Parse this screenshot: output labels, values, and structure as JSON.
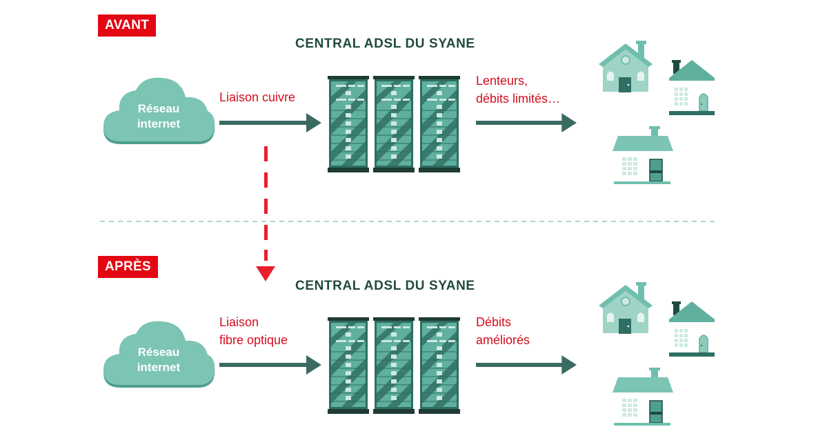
{
  "colors": {
    "accent_red": "#e30613",
    "label_red": "#d50c1c",
    "title_green": "#1f4a3f",
    "teal": "#6fbfae",
    "teal_dark": "#2f6e62",
    "arrow": "#3a6b62",
    "divider": "#8fc9bb"
  },
  "before": {
    "badge": "AVANT",
    "central_title": "CENTRAL ADSL DU SYANE",
    "cloud": {
      "line1": "Réseau",
      "line2": "internet",
      "icon": "cloud-icon"
    },
    "link_label": [
      "Liaison cuivre"
    ],
    "result_label": [
      "Lenteurs,",
      "débits limités…"
    ],
    "server_icon": "server-rack-icon",
    "house_icon": "house-icon"
  },
  "after": {
    "badge": "APRÈS",
    "central_title": "CENTRAL ADSL DU SYANE",
    "cloud": {
      "line1": "Réseau",
      "line2": "internet",
      "icon": "cloud-icon"
    },
    "link_label": [
      "Liaison",
      "fibre optique"
    ],
    "result_label": [
      "Débits",
      "améliorés"
    ],
    "server_icon": "server-rack-icon",
    "house_icon": "house-icon"
  },
  "transition": {
    "icon": "dashed-arrow-down-icon"
  }
}
